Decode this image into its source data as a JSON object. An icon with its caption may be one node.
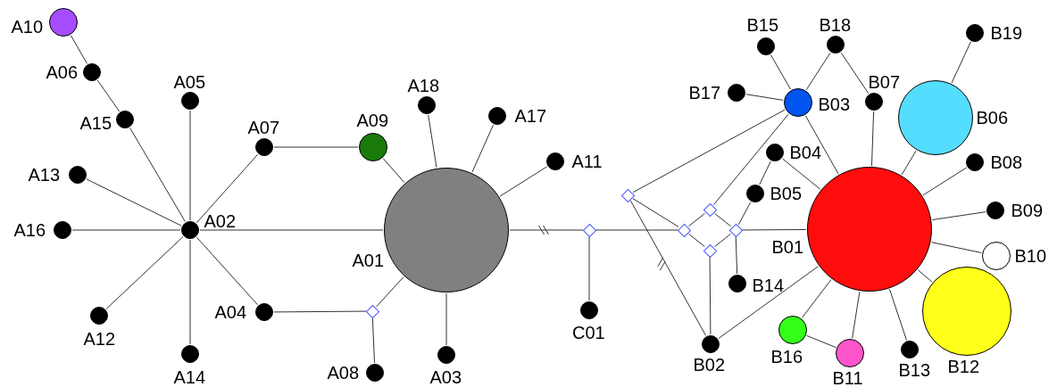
{
  "diagram": {
    "nodes": [
      {
        "text": [
          "A01"
        ]
      },
      {
        "text": [
          "A02"
        ]
      },
      {
        "text": [
          "A03"
        ]
      },
      {
        "text": [
          "A04"
        ]
      },
      {
        "text": [
          "A05"
        ]
      },
      {
        "text": [
          "A06"
        ]
      },
      {
        "text": [
          "A07"
        ]
      },
      {
        "text": [
          "A08"
        ]
      },
      {
        "text": [
          "A09"
        ]
      },
      {
        "text": [
          "A10"
        ]
      },
      {
        "text": [
          "A11"
        ]
      },
      {
        "text": [
          "A12"
        ]
      },
      {
        "text": [
          "A13"
        ]
      },
      {
        "text": [
          "A14"
        ]
      },
      {
        "text": [
          "A15"
        ]
      },
      {
        "text": [
          "A16"
        ]
      },
      {
        "text": [
          "A17"
        ]
      },
      {
        "text": [
          "A18"
        ]
      },
      {
        "text": [
          "C01"
        ]
      },
      {
        "text": [
          "B01"
        ]
      },
      {
        "text": [
          "B02"
        ]
      },
      {
        "text": [
          "B03"
        ]
      },
      {
        "text": [
          "B04"
        ]
      },
      {
        "text": [
          "B05"
        ]
      },
      {
        "text": [
          "B06"
        ]
      },
      {
        "text": [
          "B07"
        ]
      },
      {
        "text": [
          "B08"
        ]
      },
      {
        "text": [
          "B09"
        ]
      },
      {
        "text": [
          "B10"
        ]
      },
      {
        "text": [
          "B11"
        ]
      },
      {
        "text": [
          "B12"
        ]
      },
      {
        "text": [
          "B13"
        ]
      },
      {
        "text": [
          "B14"
        ]
      },
      {
        "text": [
          "B15"
        ]
      },
      {
        "text": [
          "B16"
        ]
      },
      {
        "text": [
          "B17"
        ]
      },
      {
        "text": [
          "B18"
        ]
      },
      {
        "text": [
          "B19"
        ]
      },
      {
        "text": [],
        "shape": "diamond"
      },
      {
        "text": [],
        "shape": "diamond"
      },
      {
        "text": [],
        "shape": "diamond"
      },
      {
        "text": [],
        "shape": "diamond"
      },
      {
        "text": [],
        "shape": "diamond"
      },
      {
        "text": [],
        "shape": "diamond"
      },
      {
        "text": [],
        "shape": "diamond"
      }
    ],
    "edges": [
      {
        "from": 9,
        "to": 5,
        "arrow": "none"
      },
      {
        "from": 5,
        "to": 14,
        "arrow": "none"
      },
      {
        "from": 14,
        "to": 1,
        "arrow": "none"
      },
      {
        "from": 1,
        "to": 4,
        "arrow": "none"
      },
      {
        "from": 1,
        "to": 6,
        "arrow": "none"
      },
      {
        "from": 1,
        "to": 12,
        "arrow": "none"
      },
      {
        "from": 1,
        "to": 15,
        "arrow": "none"
      },
      {
        "from": 1,
        "to": 11,
        "arrow": "none"
      },
      {
        "from": 1,
        "to": 13,
        "arrow": "none"
      },
      {
        "from": 1,
        "to": 3,
        "arrow": "none"
      },
      {
        "from": 1,
        "to": 0,
        "arrow": "none"
      },
      {
        "from": 6,
        "to": 8,
        "arrow": "none"
      },
      {
        "from": 8,
        "to": 0,
        "arrow": "none"
      },
      {
        "from": 3,
        "to": 38,
        "arrow": "none"
      },
      {
        "from": 38,
        "to": 7,
        "arrow": "none"
      },
      {
        "from": 38,
        "to": 0,
        "arrow": "none"
      },
      {
        "from": 0,
        "to": 2,
        "arrow": "none"
      },
      {
        "from": 0,
        "to": 17,
        "arrow": "none"
      },
      {
        "from": 0,
        "to": 16,
        "arrow": "none"
      },
      {
        "from": 0,
        "to": 10,
        "arrow": "none"
      },
      {
        "from": 0,
        "to": 39,
        "arrow": "none"
      },
      {
        "from": 39,
        "to": 18,
        "arrow": "none"
      },
      {
        "from": 39,
        "to": 41,
        "arrow": "none"
      },
      {
        "from": 41,
        "to": 40,
        "arrow": "none"
      },
      {
        "from": 41,
        "to": 42,
        "arrow": "none"
      },
      {
        "from": 41,
        "to": 43,
        "arrow": "none"
      },
      {
        "from": 40,
        "to": 21,
        "arrow": "none"
      },
      {
        "from": 40,
        "to": 20,
        "arrow": "none"
      },
      {
        "from": 42,
        "to": 21,
        "arrow": "none"
      },
      {
        "from": 42,
        "to": 44,
        "arrow": "none"
      },
      {
        "from": 43,
        "to": 44,
        "arrow": "none"
      },
      {
        "from": 43,
        "to": 20,
        "arrow": "none"
      },
      {
        "from": 44,
        "to": 23,
        "arrow": "none"
      },
      {
        "from": 44,
        "to": 32,
        "arrow": "none"
      },
      {
        "from": 44,
        "to": 19,
        "arrow": "none"
      },
      {
        "from": 23,
        "to": 22,
        "arrow": "none"
      },
      {
        "from": 22,
        "to": 19,
        "arrow": "none"
      },
      {
        "from": 21,
        "to": 35,
        "arrow": "none"
      },
      {
        "from": 21,
        "to": 33,
        "arrow": "none"
      },
      {
        "from": 21,
        "to": 36,
        "arrow": "none"
      },
      {
        "from": 21,
        "to": 19,
        "arrow": "none"
      },
      {
        "from": 36,
        "to": 25,
        "arrow": "none"
      },
      {
        "from": 25,
        "to": 19,
        "arrow": "none"
      },
      {
        "from": 19,
        "to": 24,
        "arrow": "none"
      },
      {
        "from": 24,
        "to": 37,
        "arrow": "none"
      },
      {
        "from": 19,
        "to": 26,
        "arrow": "none"
      },
      {
        "from": 19,
        "to": 27,
        "arrow": "none"
      },
      {
        "from": 19,
        "to": 28,
        "arrow": "none"
      },
      {
        "from": 19,
        "to": 30,
        "arrow": "none"
      },
      {
        "from": 19,
        "to": 31,
        "arrow": "none"
      },
      {
        "from": 19,
        "to": 29,
        "arrow": "none"
      },
      {
        "from": 19,
        "to": 34,
        "arrow": "none"
      },
      {
        "from": 34,
        "to": 29,
        "arrow": "none"
      },
      {
        "from": 19,
        "to": 20,
        "arrow": "none"
      }
    ]
  }
}
